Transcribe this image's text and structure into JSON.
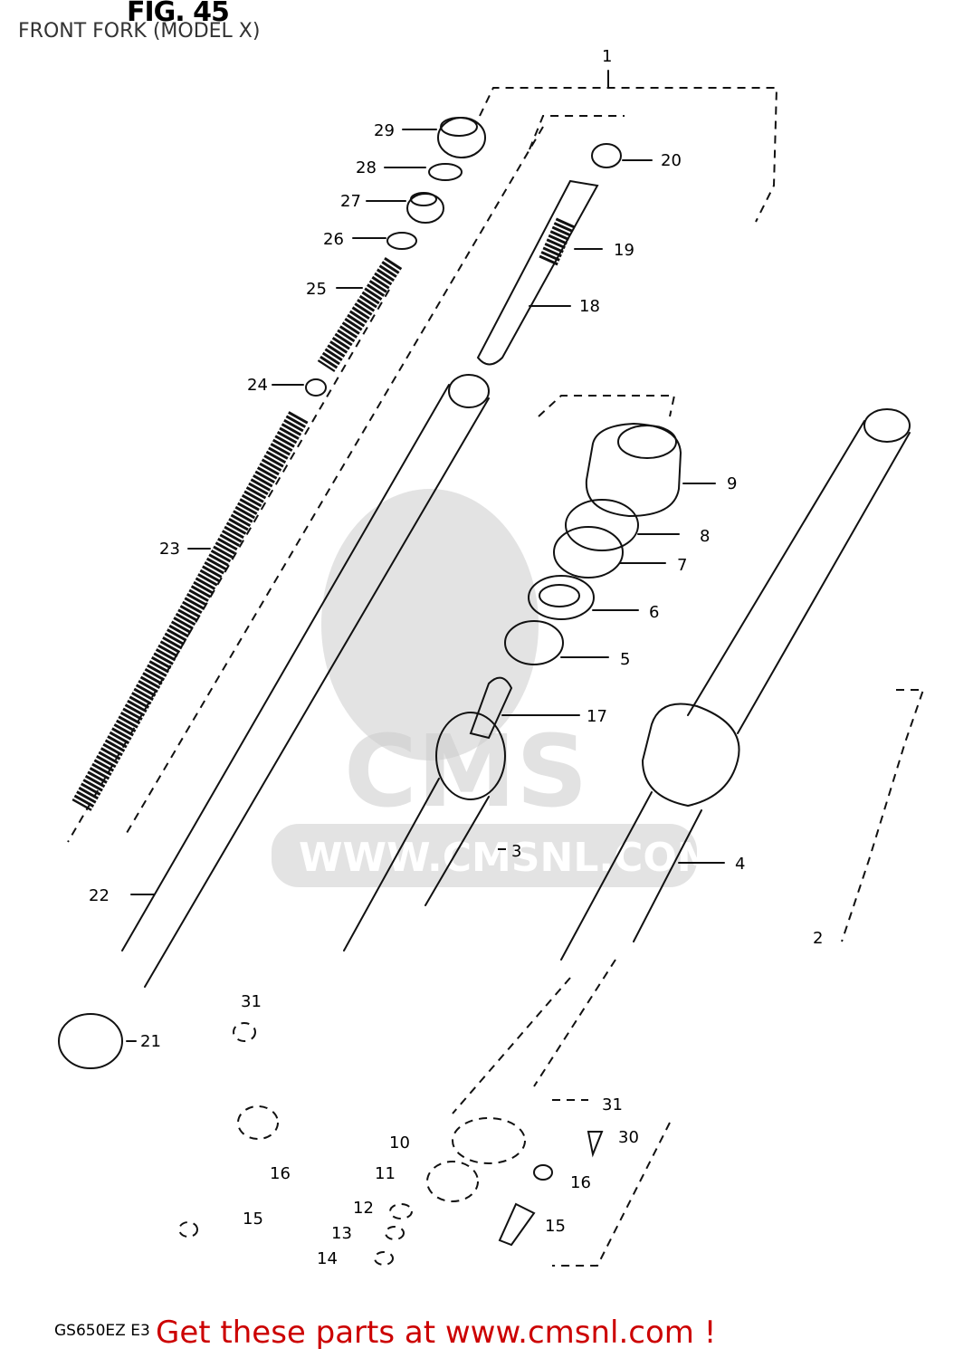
{
  "header": {
    "figure_label": "FIG. 45",
    "subtitle": "FRONT FORK (MODEL X)"
  },
  "footer": {
    "model_code": "GS650EZ E3",
    "promo_link": "Get these parts at www.cmsnl.com !"
  },
  "watermark": {
    "brand": "CMS",
    "url": "WWW.CMSNL.COM"
  },
  "callouts": [
    "1",
    "2",
    "3",
    "4",
    "5",
    "6",
    "7",
    "8",
    "9",
    "10",
    "11",
    "12",
    "13",
    "14",
    "15",
    "15",
    "16",
    "16",
    "17",
    "18",
    "19",
    "20",
    "21",
    "22",
    "23",
    "24",
    "25",
    "26",
    "27",
    "28",
    "29",
    "30",
    "31",
    "31"
  ],
  "colors": {
    "link": "#cc0000",
    "line": "#111111",
    "watermark": "#d0d0d0"
  }
}
